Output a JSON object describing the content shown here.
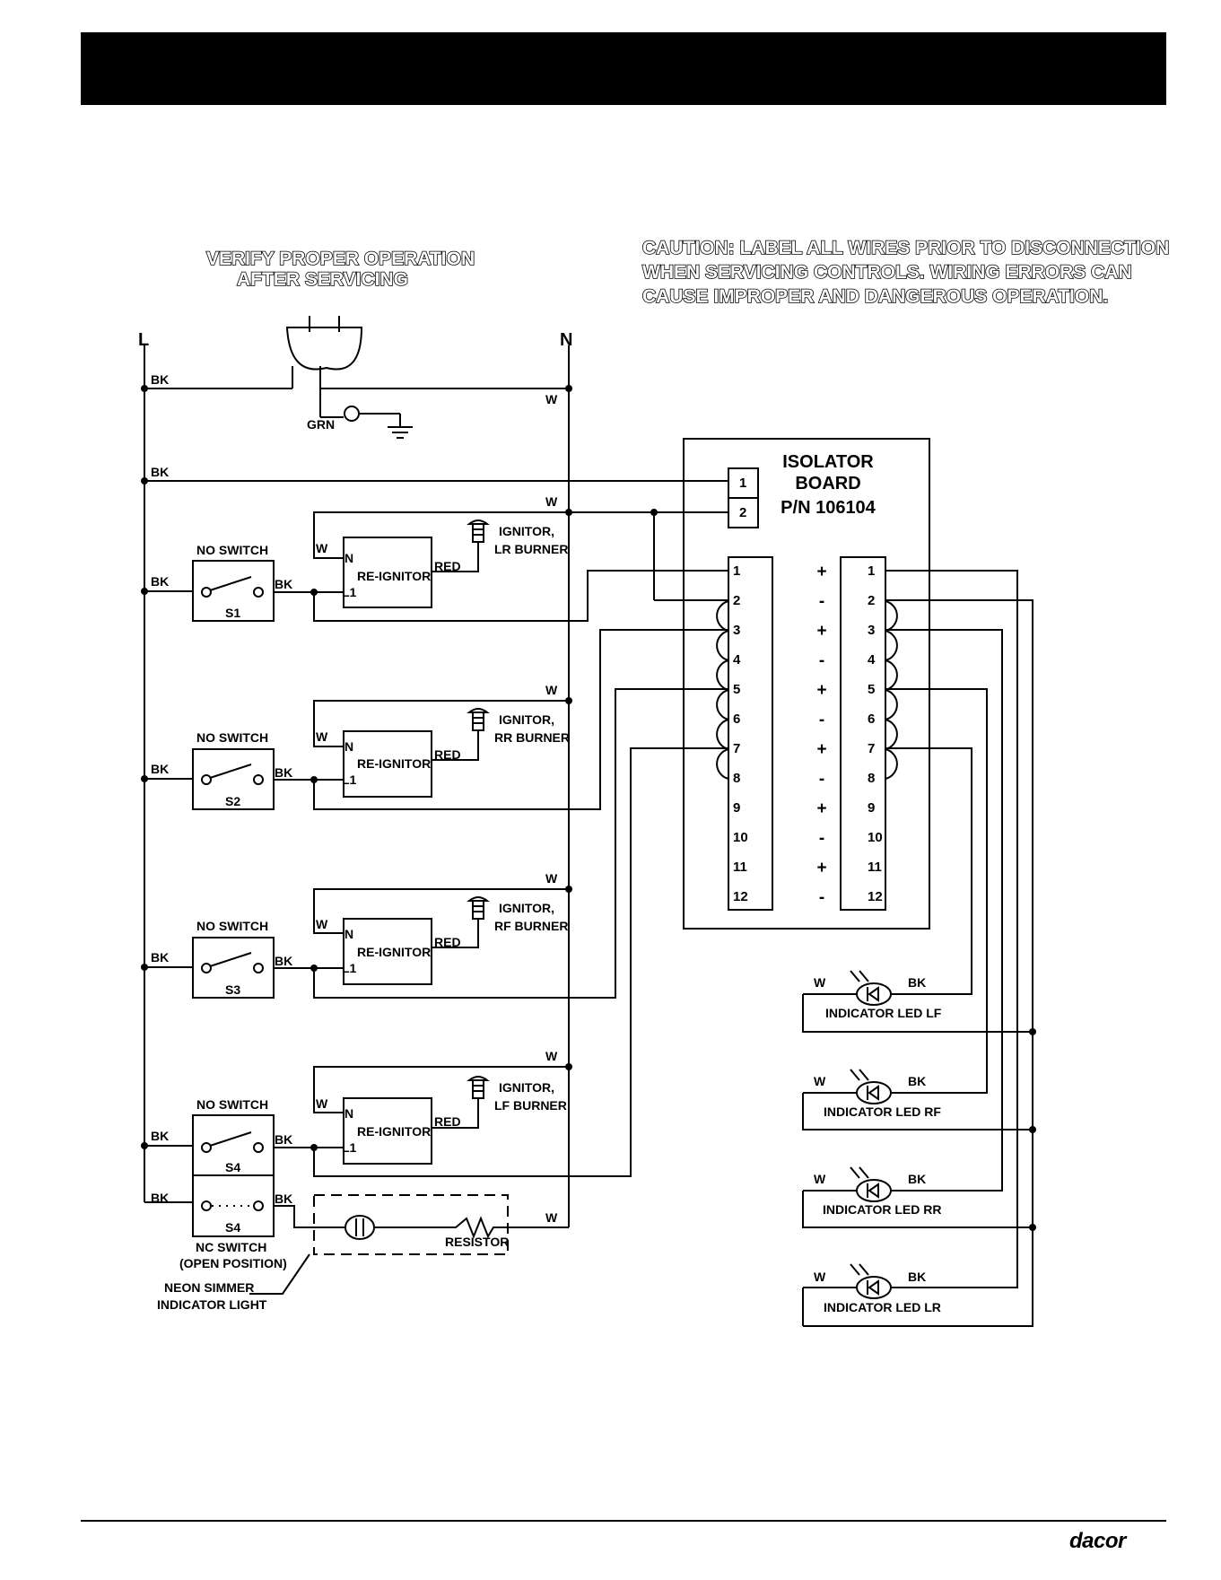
{
  "notes": {
    "verify_line1": "VERIFY PROPER OPERATION",
    "verify_line2": "AFTER SERVICING",
    "caution_line1": "CAUTION: LABEL ALL WIRES PRIOR TO DISCONNECTION",
    "caution_line2": "WHEN SERVICING CONTROLS. WIRING ERRORS CAN",
    "caution_line3": "CAUSE IMPROPER AND DANGEROUS OPERATION."
  },
  "rails": {
    "line": "L",
    "neutral": "N"
  },
  "wires": {
    "black": "BK",
    "white": "W",
    "green": "GRN",
    "red": "RED"
  },
  "isolator": {
    "title1": "ISOLATOR",
    "title2": "BOARD",
    "part": "P/N 106104"
  },
  "terminals": {
    "input": [
      "1",
      "2"
    ],
    "left": [
      "1",
      "2",
      "3",
      "4",
      "5",
      "6",
      "7",
      "8",
      "9",
      "10",
      "11",
      "12"
    ],
    "right": [
      "1",
      "2",
      "3",
      "4",
      "5",
      "6",
      "7",
      "8",
      "9",
      "10",
      "11",
      "12"
    ],
    "polarity": [
      "+",
      "-",
      "+",
      "-",
      "+",
      "-",
      "+",
      "-",
      "+",
      "-",
      "+",
      "-"
    ]
  },
  "circuits": [
    {
      "switch": "S1",
      "switch_label": "NO SWITCH",
      "ignitor_line1": "IGNITOR,",
      "ignitor_line2": "LR BURNER"
    },
    {
      "switch": "S2",
      "switch_label": "NO SWITCH",
      "ignitor_line1": "IGNITOR,",
      "ignitor_line2": "RR BURNER"
    },
    {
      "switch": "S3",
      "switch_label": "NO SWITCH",
      "ignitor_line1": "IGNITOR,",
      "ignitor_line2": "RF BURNER"
    },
    {
      "switch": "S4",
      "switch_label": "NO SWITCH",
      "ignitor_line1": "IGNITOR,",
      "ignitor_line2": "LF BURNER"
    }
  ],
  "reignitor": {
    "label": "RE-IGNITOR",
    "pin_n": "N",
    "pin_l1": "L1"
  },
  "nc_switch": {
    "name": "S4",
    "line1": "NC SWITCH",
    "line2": "(OPEN POSITION)"
  },
  "simmer": {
    "resistor": "RESISTOR",
    "line1": "NEON SIMMER",
    "line2": "INDICATOR LIGHT"
  },
  "leds": [
    "INDICATOR LED  LF",
    "INDICATOR LED  RF",
    "INDICATOR LED  RR",
    "INDICATOR LED  LR"
  ],
  "brand": "dacor"
}
